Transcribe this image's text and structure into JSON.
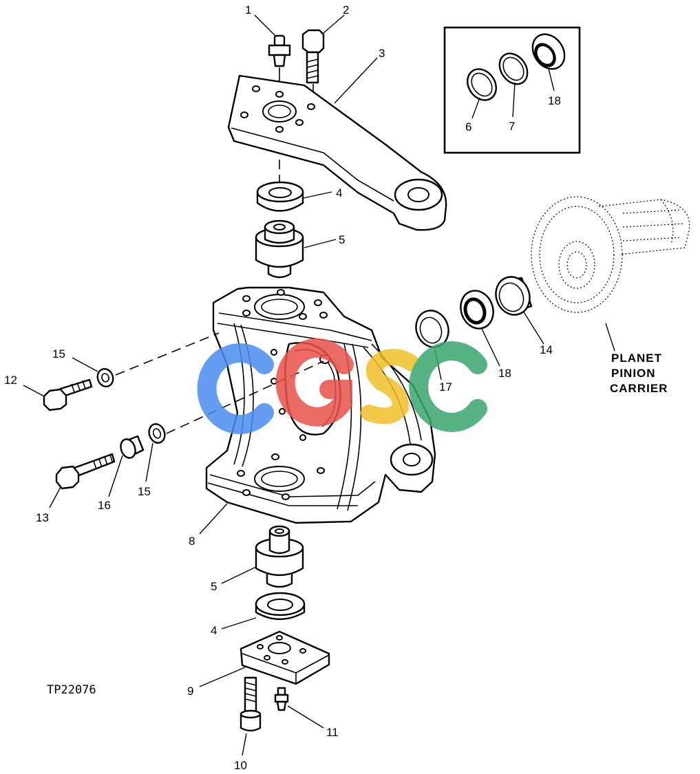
{
  "drawing_code": "TP22076",
  "callouts": {
    "c1": "1",
    "c2": "2",
    "c3": "3",
    "c4a": "4",
    "c5a": "5",
    "c6": "6",
    "c7": "7",
    "c18a": "18",
    "c17": "17",
    "c18b": "18",
    "c14": "14",
    "c15a": "15",
    "c12": "12",
    "c15b": "15",
    "c16": "16",
    "c13": "13",
    "c8": "8",
    "c5b": "5",
    "c4b": "4",
    "c9": "9",
    "c10": "10",
    "c11": "11"
  },
  "carrier_label": [
    "PLANET",
    "PINION",
    "CARRIER"
  ],
  "watermark": {
    "letters": [
      "C",
      "G",
      "S",
      "C"
    ],
    "colors": [
      "#4a8df0",
      "#e8524a",
      "#f0c02a",
      "#3aa66e"
    ]
  }
}
